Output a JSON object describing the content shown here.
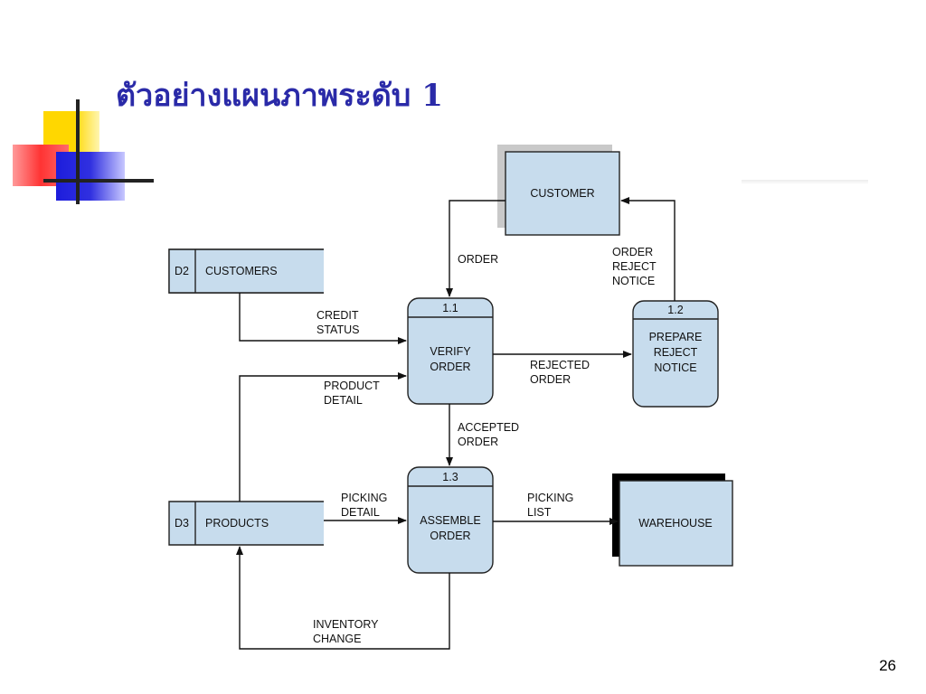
{
  "slide": {
    "title": "ตัวอย่างแผนภาพระดับ 1",
    "page_number": "26"
  },
  "diagram": {
    "external_entities": [
      {
        "id": "customer",
        "label": "CUSTOMER"
      },
      {
        "id": "warehouse",
        "label": "WAREHOUSE"
      }
    ],
    "data_stores": [
      {
        "id": "d2",
        "code": "D2",
        "label": "CUSTOMERS"
      },
      {
        "id": "d3",
        "code": "D3",
        "label": "PRODUCTS"
      }
    ],
    "processes": [
      {
        "id": "p11",
        "number": "1.1",
        "line1": "VERIFY",
        "line2": "ORDER",
        "line3": ""
      },
      {
        "id": "p12",
        "number": "1.2",
        "line1": "PREPARE",
        "line2": "REJECT",
        "line3": "NOTICE"
      },
      {
        "id": "p13",
        "number": "1.3",
        "line1": "ASSEMBLE",
        "line2": "ORDER",
        "line3": ""
      }
    ],
    "flows": {
      "order": {
        "line1": "ORDER",
        "line2": "",
        "line3": ""
      },
      "order_reject_notice": {
        "line1": "ORDER",
        "line2": "REJECT",
        "line3": "NOTICE"
      },
      "credit_status": {
        "line1": "CREDIT",
        "line2": "STATUS"
      },
      "product_detail": {
        "line1": "PRODUCT",
        "line2": "DETAIL"
      },
      "rejected_order": {
        "line1": "REJECTED",
        "line2": "ORDER"
      },
      "accepted_order": {
        "line1": "ACCEPTED",
        "line2": "ORDER"
      },
      "picking_detail": {
        "line1": "PICKING",
        "line2": "DETAIL"
      },
      "picking_list": {
        "line1": "PICKING",
        "line2": "LIST"
      },
      "inventory_change": {
        "line1": "INVENTORY",
        "line2": "CHANGE"
      }
    }
  }
}
